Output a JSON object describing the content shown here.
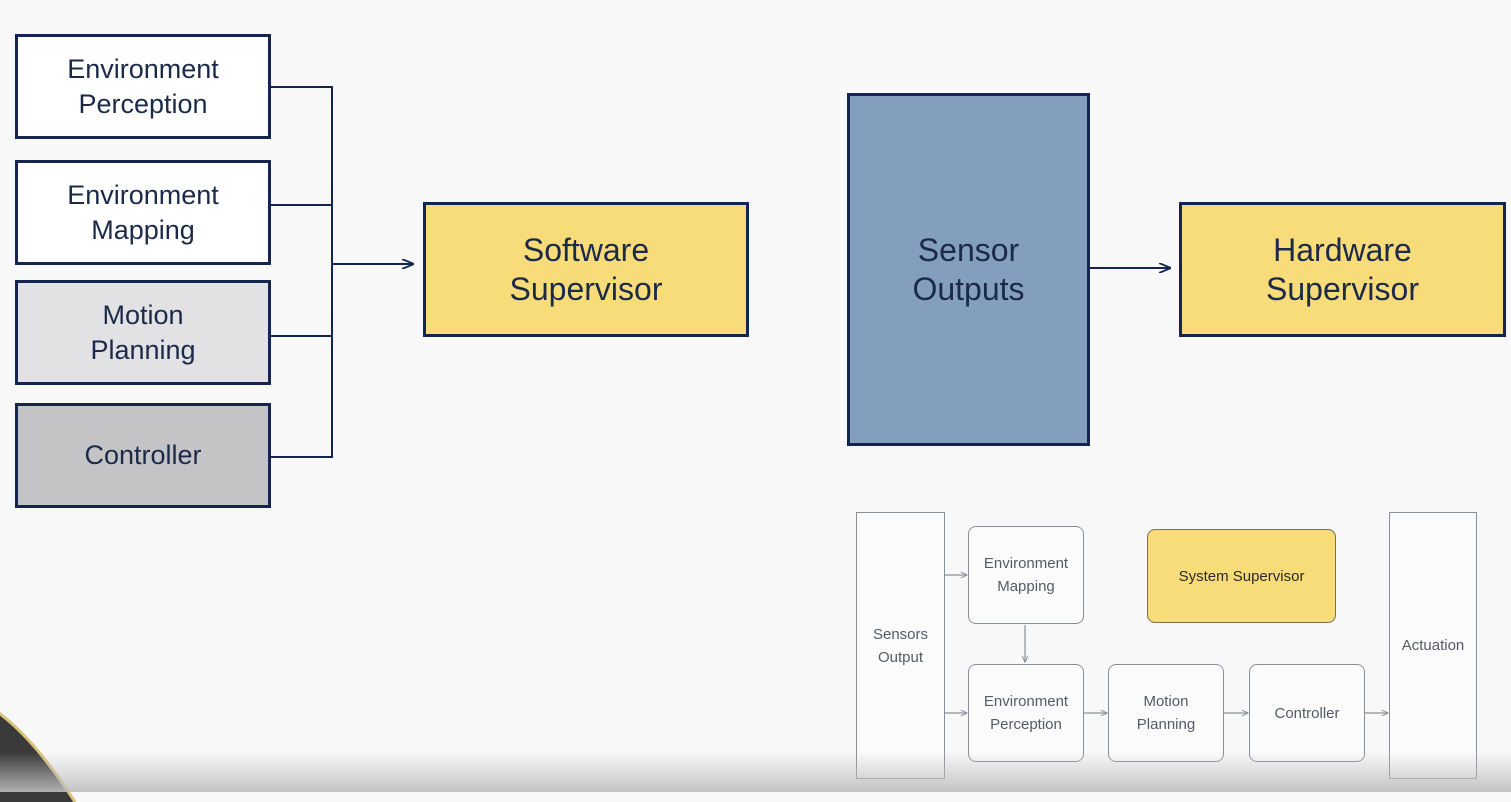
{
  "software": {
    "boxes": [
      {
        "label": "Environment\nPerception",
        "fill": "#ffffff"
      },
      {
        "label": "Environment\nMapping",
        "fill": "#ffffff"
      },
      {
        "label": "Motion\nPlanning",
        "fill": "#e2e2e4"
      },
      {
        "label": "Controller",
        "fill": "#c4c4c6"
      }
    ],
    "supervisor": {
      "label": "Software\nSupervisor",
      "fill": "#f8dc79"
    }
  },
  "hardware": {
    "sensor": {
      "label": "Sensor\nOutputs",
      "fill": "#849fbe"
    },
    "supervisor": {
      "label": "Hardware\nSupervisor",
      "fill": "#f8dc79"
    }
  },
  "overview": {
    "sensors_output": "Sensors\nOutput",
    "environment_mapping": "Environment\nMapping",
    "system_supervisor": {
      "label": "System Supervisor",
      "fill": "#f8dc79"
    },
    "actuation": "Actuation",
    "environment_perception": "Environment\nPerception",
    "motion_planning": "Motion\nPlanning",
    "controller": "Controller"
  }
}
